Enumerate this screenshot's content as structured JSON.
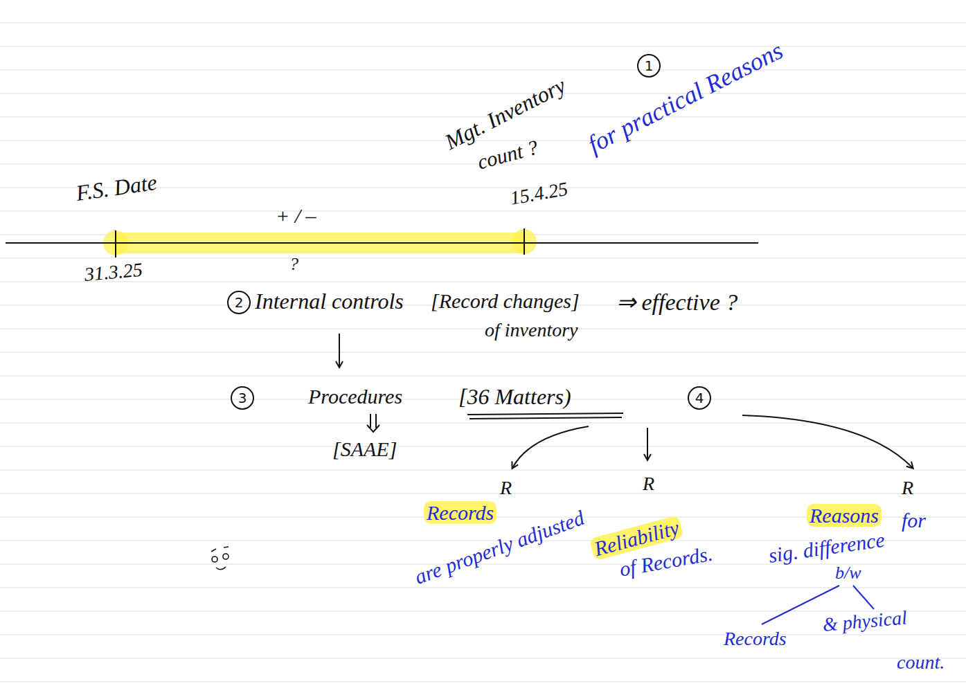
{
  "diagram": {
    "nodes": [
      {
        "text": [
          "1"
        ]
      },
      {
        "text": [
          "2"
        ]
      },
      {
        "text": [
          "3"
        ]
      },
      {
        "text": [
          "4"
        ]
      }
    ],
    "labels": [
      "F.S. Date",
      "31.3.25",
      "+ / –",
      "?",
      "Mgt. Inventory",
      "count ?",
      "for practical Reasons",
      "15.4.25",
      "Internal controls",
      "[Record changes]",
      "of inventory",
      "⇒ effective ?",
      "Procedures",
      "[36 Matters)",
      "[SAAE]",
      "R",
      "R",
      "R",
      "Records",
      "are properly adjusted",
      "Reliability",
      "of Records.",
      "Reasons",
      "for",
      "sig. difference",
      "b/w",
      "Records",
      "& physical",
      "count."
    ]
  }
}
